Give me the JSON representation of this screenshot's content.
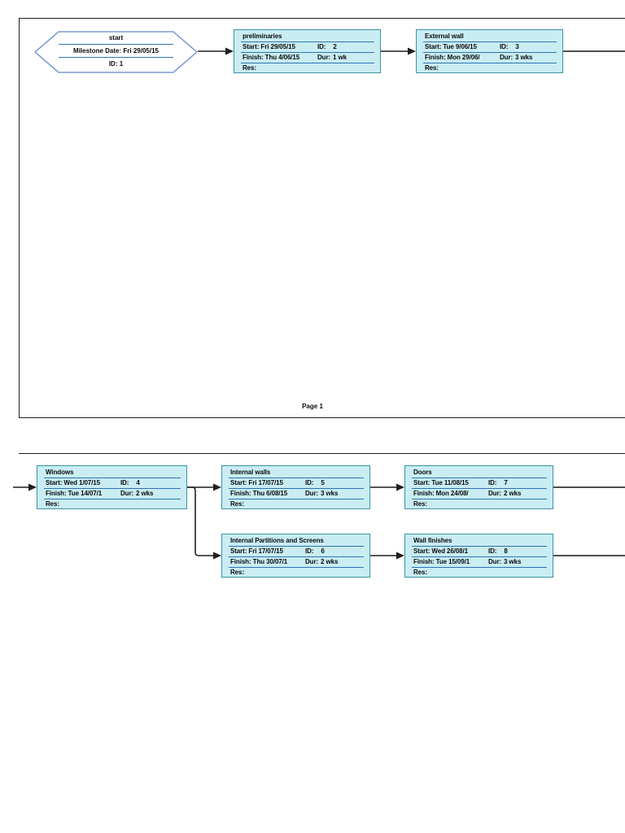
{
  "page1": {
    "page_label": "Page 1"
  },
  "milestone": {
    "title": "start",
    "date_line": "Milestone Date: Fri 29/05/15",
    "id_line": "ID: 1"
  },
  "field_labels": {
    "start": "Start:",
    "finish": "Finish:",
    "id": "ID:",
    "dur": "Dur:",
    "res": "Res:"
  },
  "tasks": [
    {
      "name": "preliminaries",
      "start_date": "Fri 29/05/15",
      "id": "2",
      "finish_date": "Thu 4/06/15",
      "duration": "1 wk"
    },
    {
      "name": "External wall",
      "start_date": "Tue 9/06/15",
      "id": "3",
      "finish_date": "Mon 29/06/",
      "duration": "3 wks"
    },
    {
      "name": "Windows",
      "start_date": "Wed 1/07/15",
      "id": "4",
      "finish_date": "Tue 14/07/1",
      "duration": "2 wks"
    },
    {
      "name": "Internal walls",
      "start_date": "Fri 17/07/15",
      "id": "5",
      "finish_date": "Thu 6/08/15",
      "duration": "3 wks"
    },
    {
      "name": "Doors",
      "start_date": "Tue 11/08/15",
      "id": "7",
      "finish_date": "Mon 24/08/",
      "duration": "2 wks"
    },
    {
      "name": "Internal Partitions and Screens",
      "start_date": "Fri 17/07/15",
      "id": "6",
      "finish_date": "Thu 30/07/1",
      "duration": "2 wks"
    },
    {
      "name": "Wall finishes",
      "start_date": "Wed 26/08/1",
      "id": "8",
      "finish_date": "Tue 15/09/1",
      "duration": "3 wks"
    }
  ],
  "edges": [
    "start -> preliminaries",
    "preliminaries -> External wall",
    "External wall -> (next page) Windows",
    "Windows -> Internal walls",
    "Windows -> Internal Partitions and Screens",
    "Internal walls -> Doors",
    "Doors -> (off page)",
    "Internal Partitions and Screens -> Wall finishes",
    "Wall finishes -> (off page)"
  ],
  "colors": {
    "task_fill": "#c9edf3",
    "task_border": "#3b93a6",
    "separator": "#2e74b5",
    "milestone_border": "#7b9bd2",
    "connector": "#1f1f1f",
    "offpage_connector": "#4d4d4d"
  }
}
